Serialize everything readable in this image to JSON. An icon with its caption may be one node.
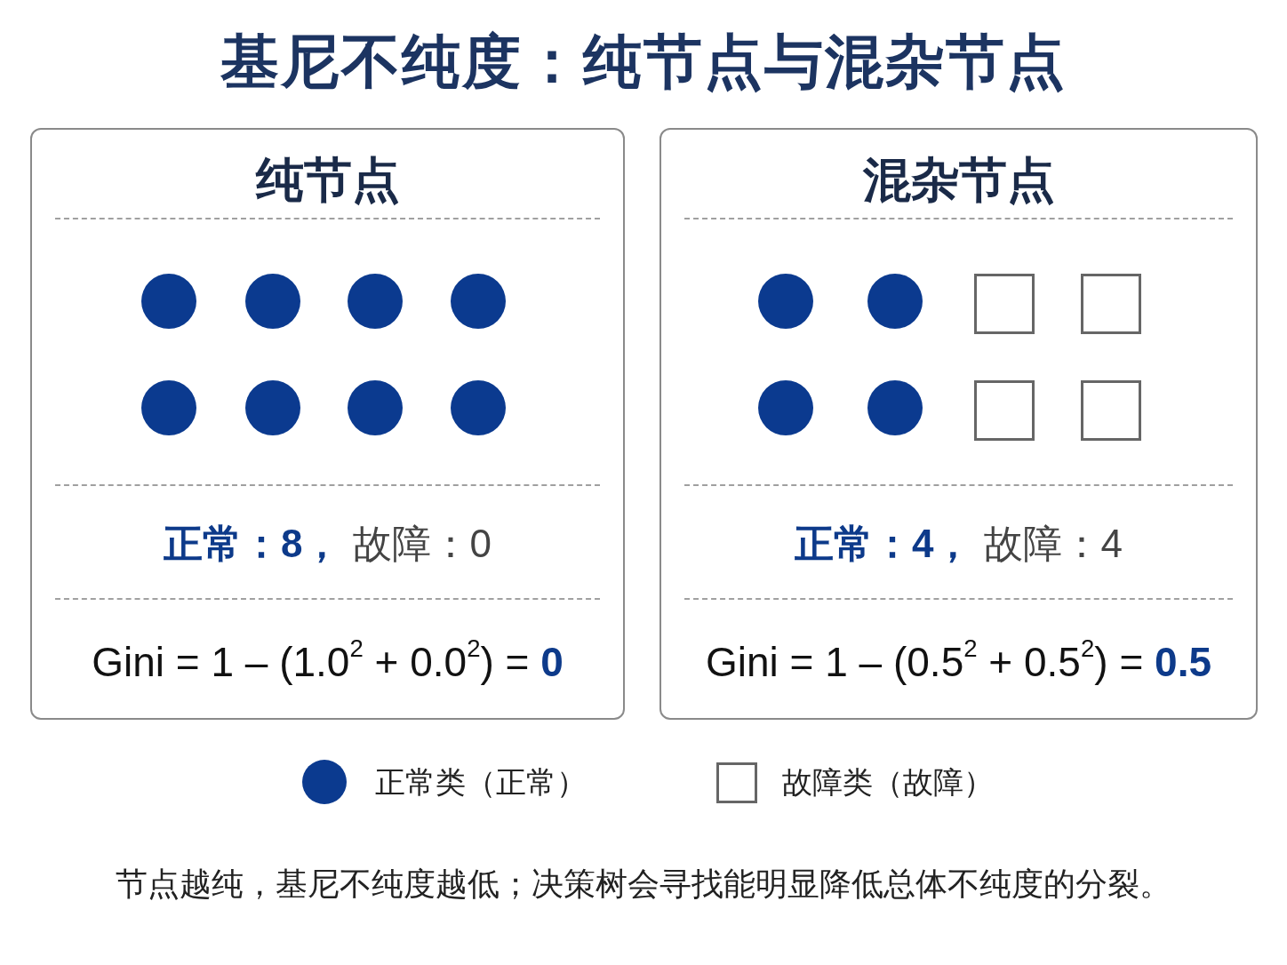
{
  "diagram": {
    "title": "基尼不纯度：纯节点与混杂节点",
    "caption": "节点越纯，基尼不纯度越低；决策树会寻找能明显降低总体不纯度的分裂。",
    "nodes": [
      {
        "text": [
          "纯节点",
          "**正常：8，** 故障：0",
          "Gini = 1 – (1.0$^{2}$ + 0.0$^{2}$) = **0**"
        ]
      },
      {
        "text": [],
        "shape": "circle",
        "in": 0
      },
      {
        "text": [],
        "shape": "circle",
        "in": 0
      },
      {
        "text": [],
        "shape": "circle",
        "in": 0
      },
      {
        "text": [],
        "shape": "circle",
        "in": 0
      },
      {
        "text": [],
        "shape": "circle",
        "in": 0
      },
      {
        "text": [],
        "shape": "circle",
        "in": 0
      },
      {
        "text": [],
        "shape": "circle",
        "in": 0
      },
      {
        "text": [],
        "shape": "circle",
        "in": 0
      },
      {
        "text": [
          "混杂节点",
          "**正常：4，** 故障：4",
          "Gini = 1 – (0.5$^{2}$ + 0.5$^{2}$) = **0.5**"
        ]
      },
      {
        "text": [],
        "shape": "circle",
        "in": 9
      },
      {
        "text": [],
        "shape": "circle",
        "in": 9
      },
      {
        "text": [],
        "shape": "box",
        "in": 9
      },
      {
        "text": [],
        "shape": "box",
        "in": 9
      },
      {
        "text": [],
        "shape": "circle",
        "in": 9
      },
      {
        "text": [],
        "shape": "circle",
        "in": 9
      },
      {
        "text": [],
        "shape": "box",
        "in": 9
      },
      {
        "text": [],
        "shape": "box",
        "in": 9
      }
    ],
    "legend": [
      {
        "text": "正常类（正常）",
        "color": "#0b3a8f"
      },
      {
        "text": "故障类（故障）"
      }
    ]
  }
}
